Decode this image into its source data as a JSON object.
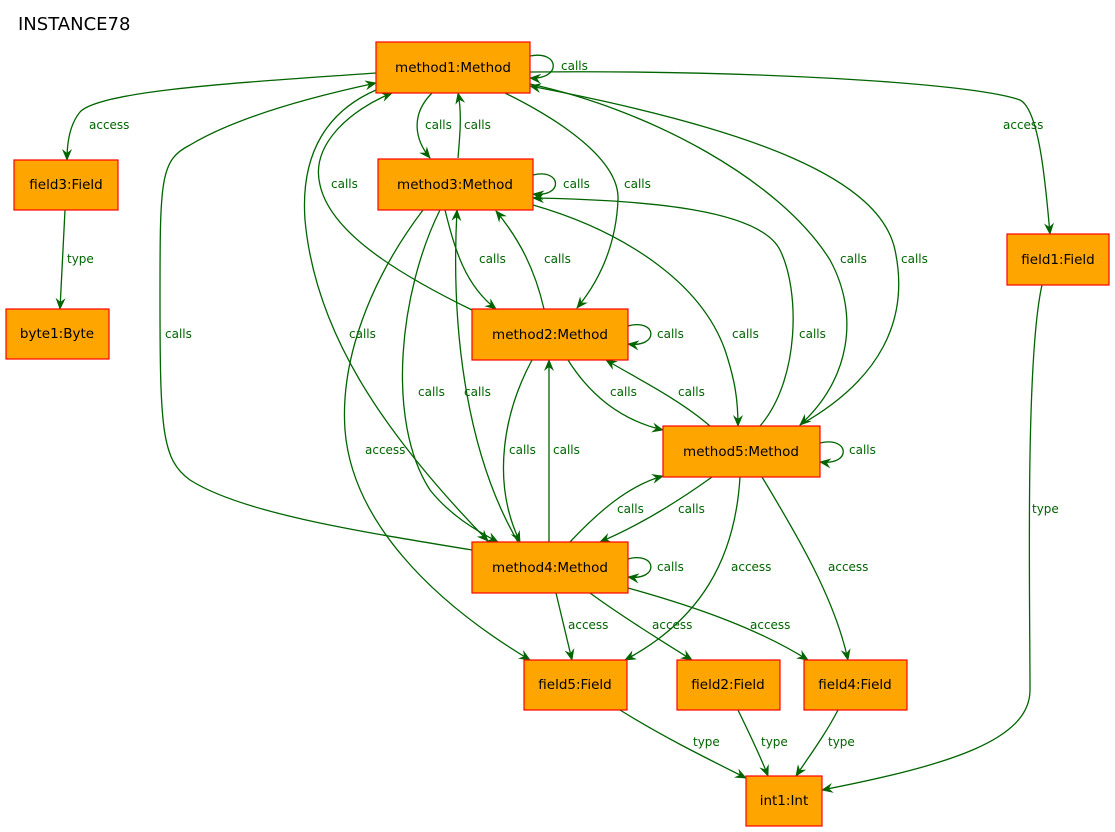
{
  "diagram": {
    "title": "INSTANCE78",
    "colors": {
      "node_fill": "#ffa500",
      "node_border": "#ff0000",
      "edge": "#006400",
      "edge_label": "#006400"
    },
    "nodes": {
      "method1": "method1:Method",
      "method3": "method3:Method",
      "method2": "method2:Method",
      "method5": "method5:Method",
      "method4": "method4:Method",
      "field3": "field3:Field",
      "byte1": "byte1:Byte",
      "field1": "field1:Field",
      "field5": "field5:Field",
      "field2": "field2:Field",
      "field4": "field4:Field",
      "int1": "int1:Int"
    },
    "labels": {
      "calls": "calls",
      "access": "access",
      "type": "type"
    },
    "edges": [
      {
        "from": "method1",
        "to": "method1",
        "label": "calls"
      },
      {
        "from": "method1",
        "to": "field3",
        "label": "access"
      },
      {
        "from": "method1",
        "to": "field1",
        "label": "access"
      },
      {
        "from": "method1",
        "to": "method3",
        "label": "calls"
      },
      {
        "from": "method3",
        "to": "method1",
        "label": "calls"
      },
      {
        "from": "method1",
        "to": "method2",
        "label": "calls"
      },
      {
        "from": "method2",
        "to": "method1",
        "label": "calls"
      },
      {
        "from": "method4",
        "to": "method1",
        "label": "calls"
      },
      {
        "from": "method1",
        "to": "method4",
        "label": "calls"
      },
      {
        "from": "method1",
        "to": "method5",
        "label": "calls"
      },
      {
        "from": "method5",
        "to": "method1",
        "label": "calls"
      },
      {
        "from": "method3",
        "to": "method3",
        "label": "calls"
      },
      {
        "from": "method3",
        "to": "method2",
        "label": "calls"
      },
      {
        "from": "method2",
        "to": "method3",
        "label": "calls"
      },
      {
        "from": "method3",
        "to": "method4",
        "label": "calls"
      },
      {
        "from": "method4",
        "to": "method3",
        "label": "calls"
      },
      {
        "from": "method3",
        "to": "method5",
        "label": "calls"
      },
      {
        "from": "method5",
        "to": "method3",
        "label": "calls"
      },
      {
        "from": "method3",
        "to": "field5",
        "label": "access"
      },
      {
        "from": "method2",
        "to": "method2",
        "label": "calls"
      },
      {
        "from": "method2",
        "to": "method5",
        "label": "calls"
      },
      {
        "from": "method5",
        "to": "method2",
        "label": "calls"
      },
      {
        "from": "method2",
        "to": "method4",
        "label": "calls"
      },
      {
        "from": "method4",
        "to": "method2",
        "label": "calls"
      },
      {
        "from": "method5",
        "to": "method5",
        "label": "calls"
      },
      {
        "from": "method4",
        "to": "method5",
        "label": "calls"
      },
      {
        "from": "method5",
        "to": "method4",
        "label": "calls"
      },
      {
        "from": "method5",
        "to": "field5",
        "label": "access"
      },
      {
        "from": "method5",
        "to": "field4",
        "label": "access"
      },
      {
        "from": "method4",
        "to": "method4",
        "label": "calls"
      },
      {
        "from": "method4",
        "to": "field5",
        "label": "access"
      },
      {
        "from": "method4",
        "to": "field2",
        "label": "access"
      },
      {
        "from": "method4",
        "to": "field4",
        "label": "access"
      },
      {
        "from": "field3",
        "to": "byte1",
        "label": "type"
      },
      {
        "from": "field1",
        "to": "int1",
        "label": "type"
      },
      {
        "from": "field5",
        "to": "int1",
        "label": "type"
      },
      {
        "from": "field2",
        "to": "int1",
        "label": "type"
      },
      {
        "from": "field4",
        "to": "int1",
        "label": "type"
      }
    ]
  }
}
